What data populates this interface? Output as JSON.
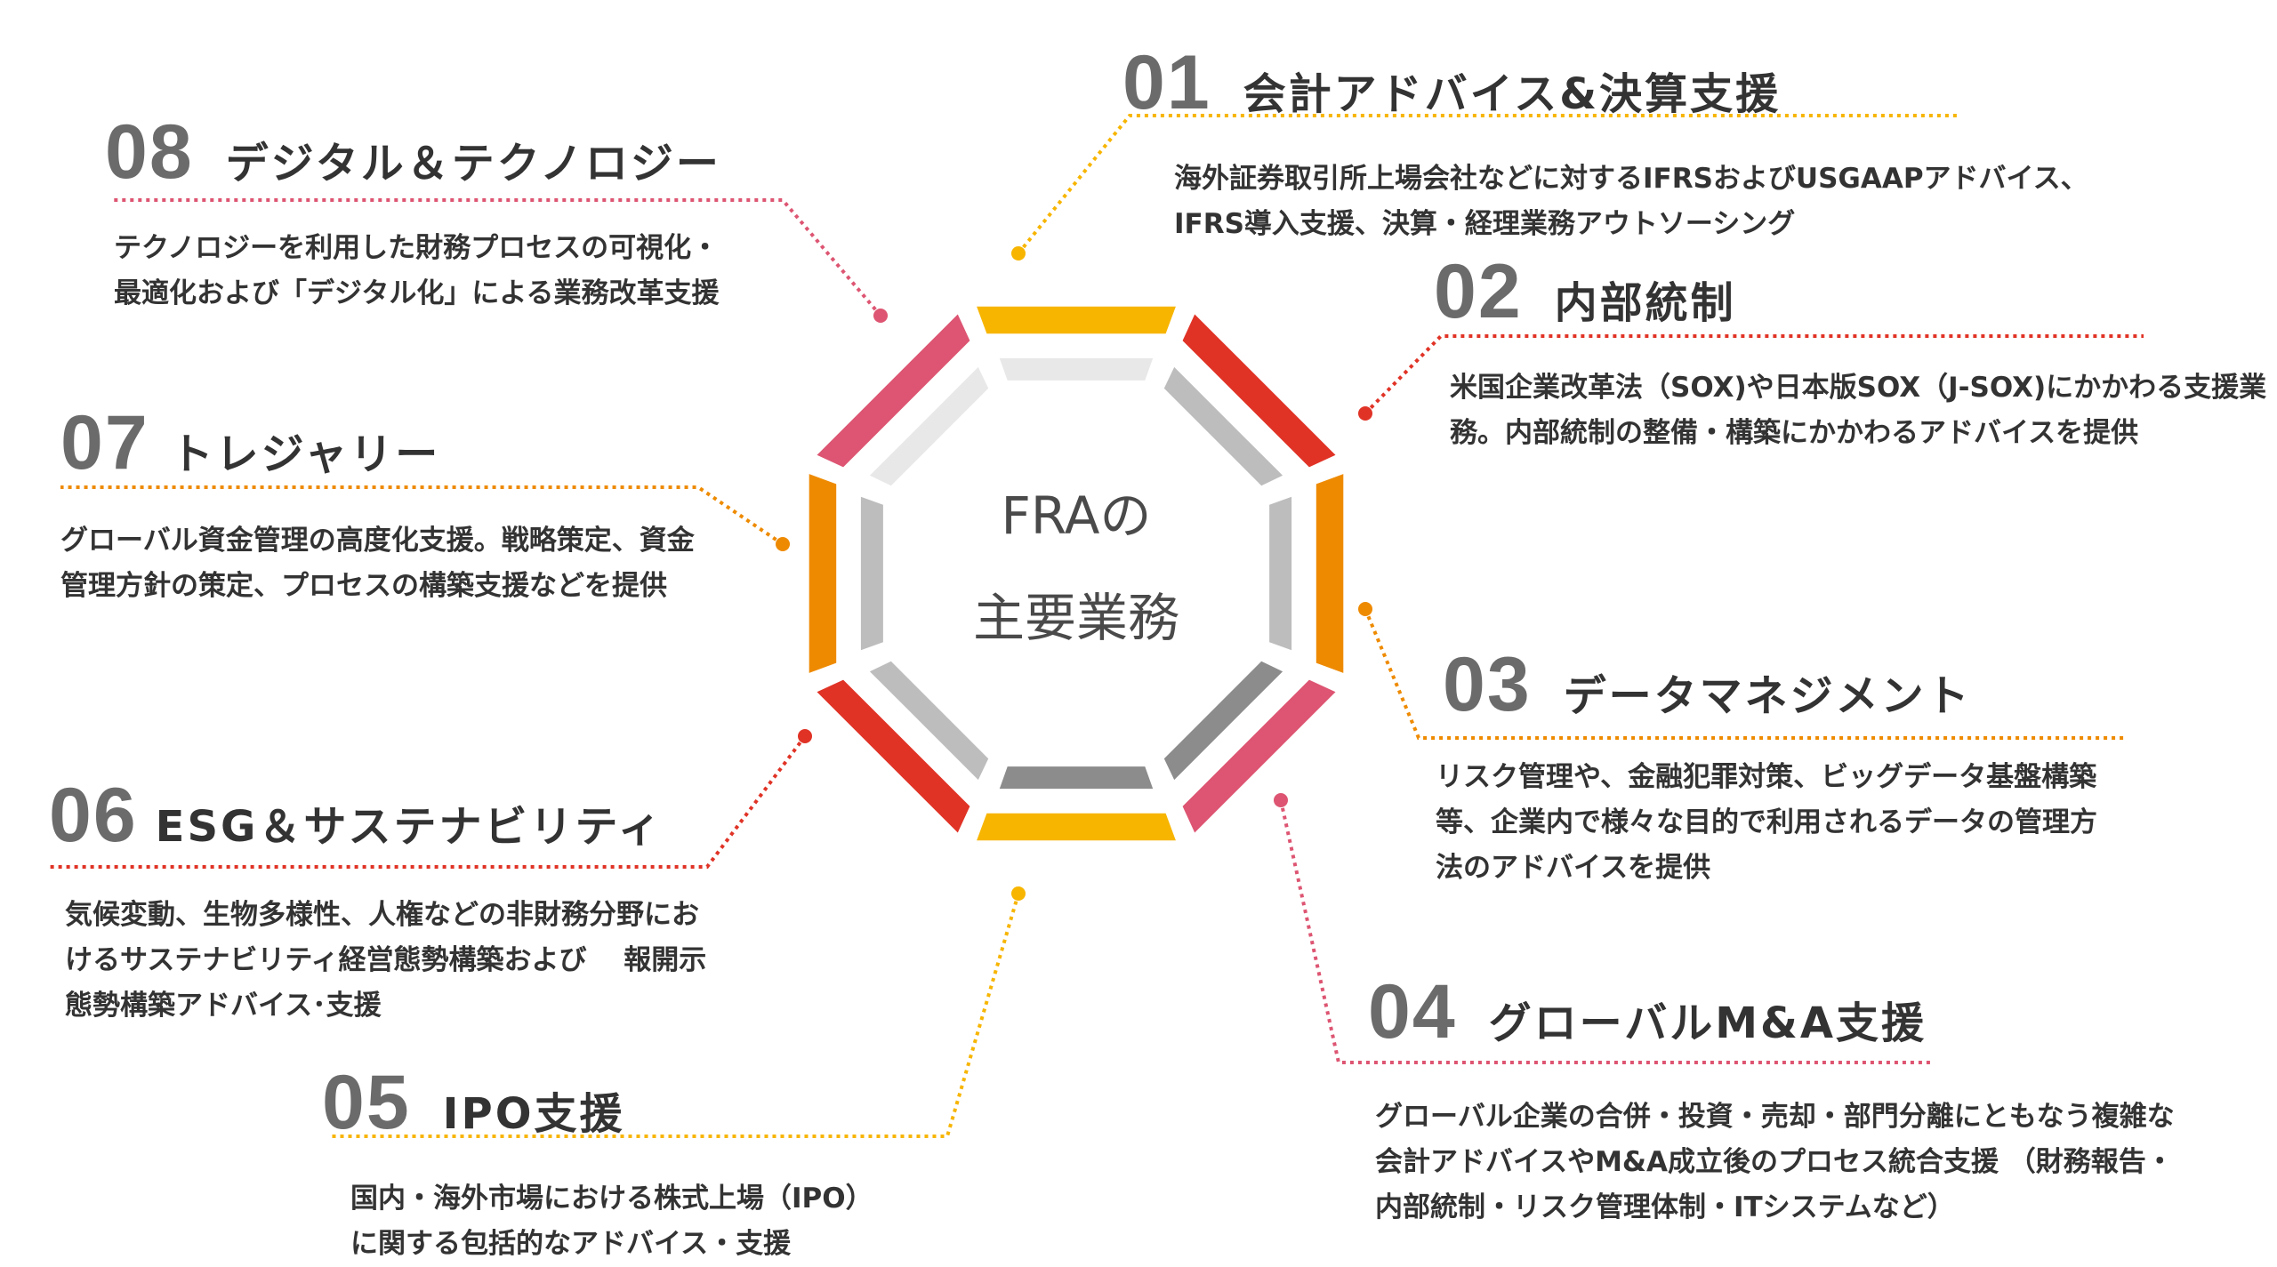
{
  "center": {
    "line1": "FRAの",
    "line2": "主要業務"
  },
  "colors": {
    "yellow": "#F7B500",
    "red": "#E03326",
    "orange": "#EE8A00",
    "pink": "#DD5572",
    "gray_light": "#E8E8E8",
    "gray_mid": "#BDBDBD",
    "gray_dark": "#8C8C8C"
  },
  "services": [
    {
      "num": "01",
      "title": "会計アドバイス&決算支援",
      "desc": [
        "海外証券取引所上場会社などに対するIFRSおよびUSGAAPアドバイス、",
        "IFRS導入支援、決算・経理業務アウトソーシング"
      ]
    },
    {
      "num": "02",
      "title": "内部統制",
      "desc": [
        "米国企業改革法（SOX)や日本版SOX（J-SOX)にかかわる支援業",
        "務。内部統制の整備・構築にかかわるアドバイスを提供"
      ]
    },
    {
      "num": "03",
      "title": "データマネジメント",
      "desc": [
        "リスク管理や、金融犯罪対策、ビッグデータ基盤構築",
        "等、企業内で様々な目的で利用されるデータの管理方",
        "法のアドバイスを提供"
      ]
    },
    {
      "num": "04",
      "title": "グローバルM&A支援",
      "desc": [
        "グローバル企業の合併・投資・売却・部門分離にともなう複雑な",
        "会計アドバイスやM&A成立後のプロセス統合支援 （財務報告・",
        "内部統制・リスク管理体制・ITシステムなど）"
      ]
    },
    {
      "num": "05",
      "title": "IPO支援",
      "desc": [
        "国内・海外市場における株式上場（IPO）",
        "に関する包括的なアドバイス・支援"
      ]
    },
    {
      "num": "06",
      "title": "ESG＆サステナビリティ",
      "desc": [
        "気候変動、生物多様性、人権などの非財務分野にお",
        "けるサステナビリティ経営態勢構築および　 報開示",
        "態勢構築アドバイス･支援"
      ]
    },
    {
      "num": "07",
      "title": "トレジャリー",
      "desc": [
        "グローバル資金管理の高度化支援。戦略策定、資金",
        "管理方針の策定、プロセスの構築支援などを提供"
      ]
    },
    {
      "num": "08",
      "title": "デジタル＆テクノロジー",
      "desc": [
        "テクノロジーを利用した財務プロセスの可視化・",
        "最適化および「デジタル化」による業務改革支援"
      ]
    }
  ]
}
